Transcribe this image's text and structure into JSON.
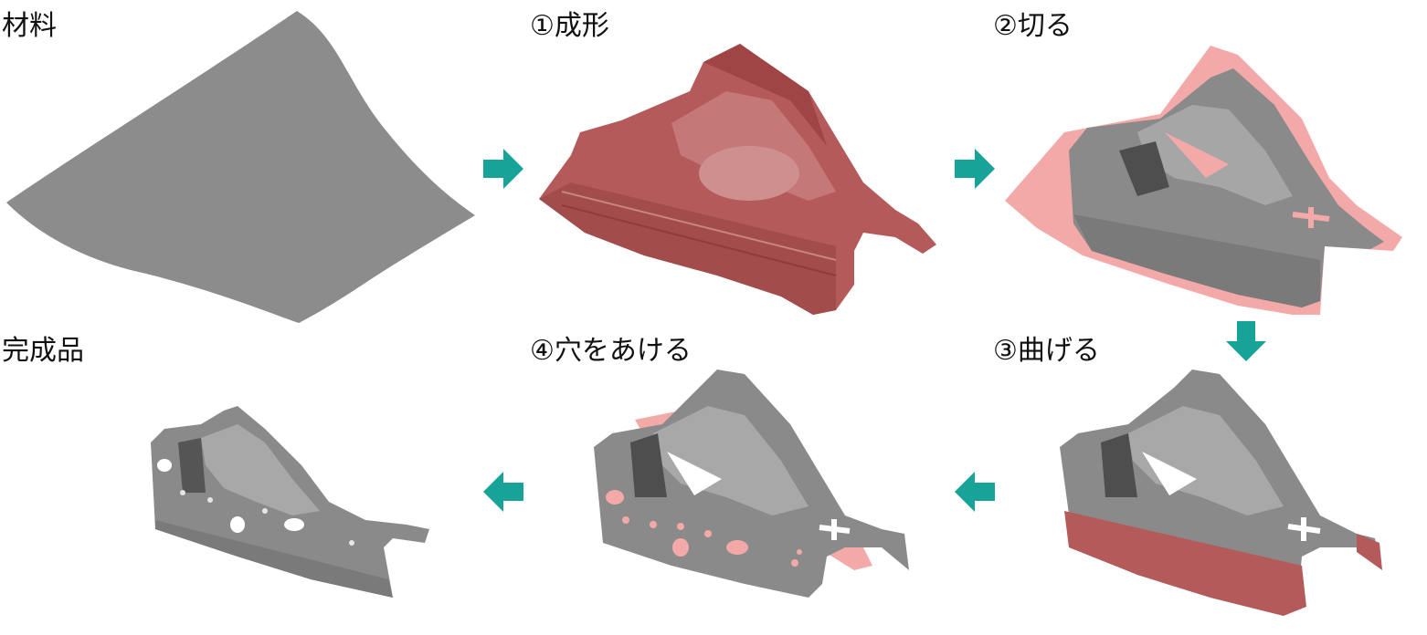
{
  "steps": {
    "material": "材料",
    "forming": "①成形",
    "cutting": "②切る",
    "bending": "③曲げる",
    "piercing": "④穴をあける",
    "finished": "完成品"
  },
  "colors": {
    "sheet_gray": "#8c8c8c",
    "part_gray": "#8a8a8a",
    "part_dark": "#5e5e5e",
    "part_light": "#bdbdbd",
    "highlight_red": "#b55a5a",
    "highlight_red_light": "#d69a9a",
    "scrap_pink": "#f4a9a9",
    "arrow_teal": "#17a398"
  },
  "arrows": [
    {
      "id": "material-to-forming",
      "direction": "right"
    },
    {
      "id": "forming-to-cutting",
      "direction": "right"
    },
    {
      "id": "cutting-to-bending",
      "direction": "down"
    },
    {
      "id": "bending-to-piercing",
      "direction": "left"
    },
    {
      "id": "piercing-to-finished",
      "direction": "left"
    }
  ]
}
